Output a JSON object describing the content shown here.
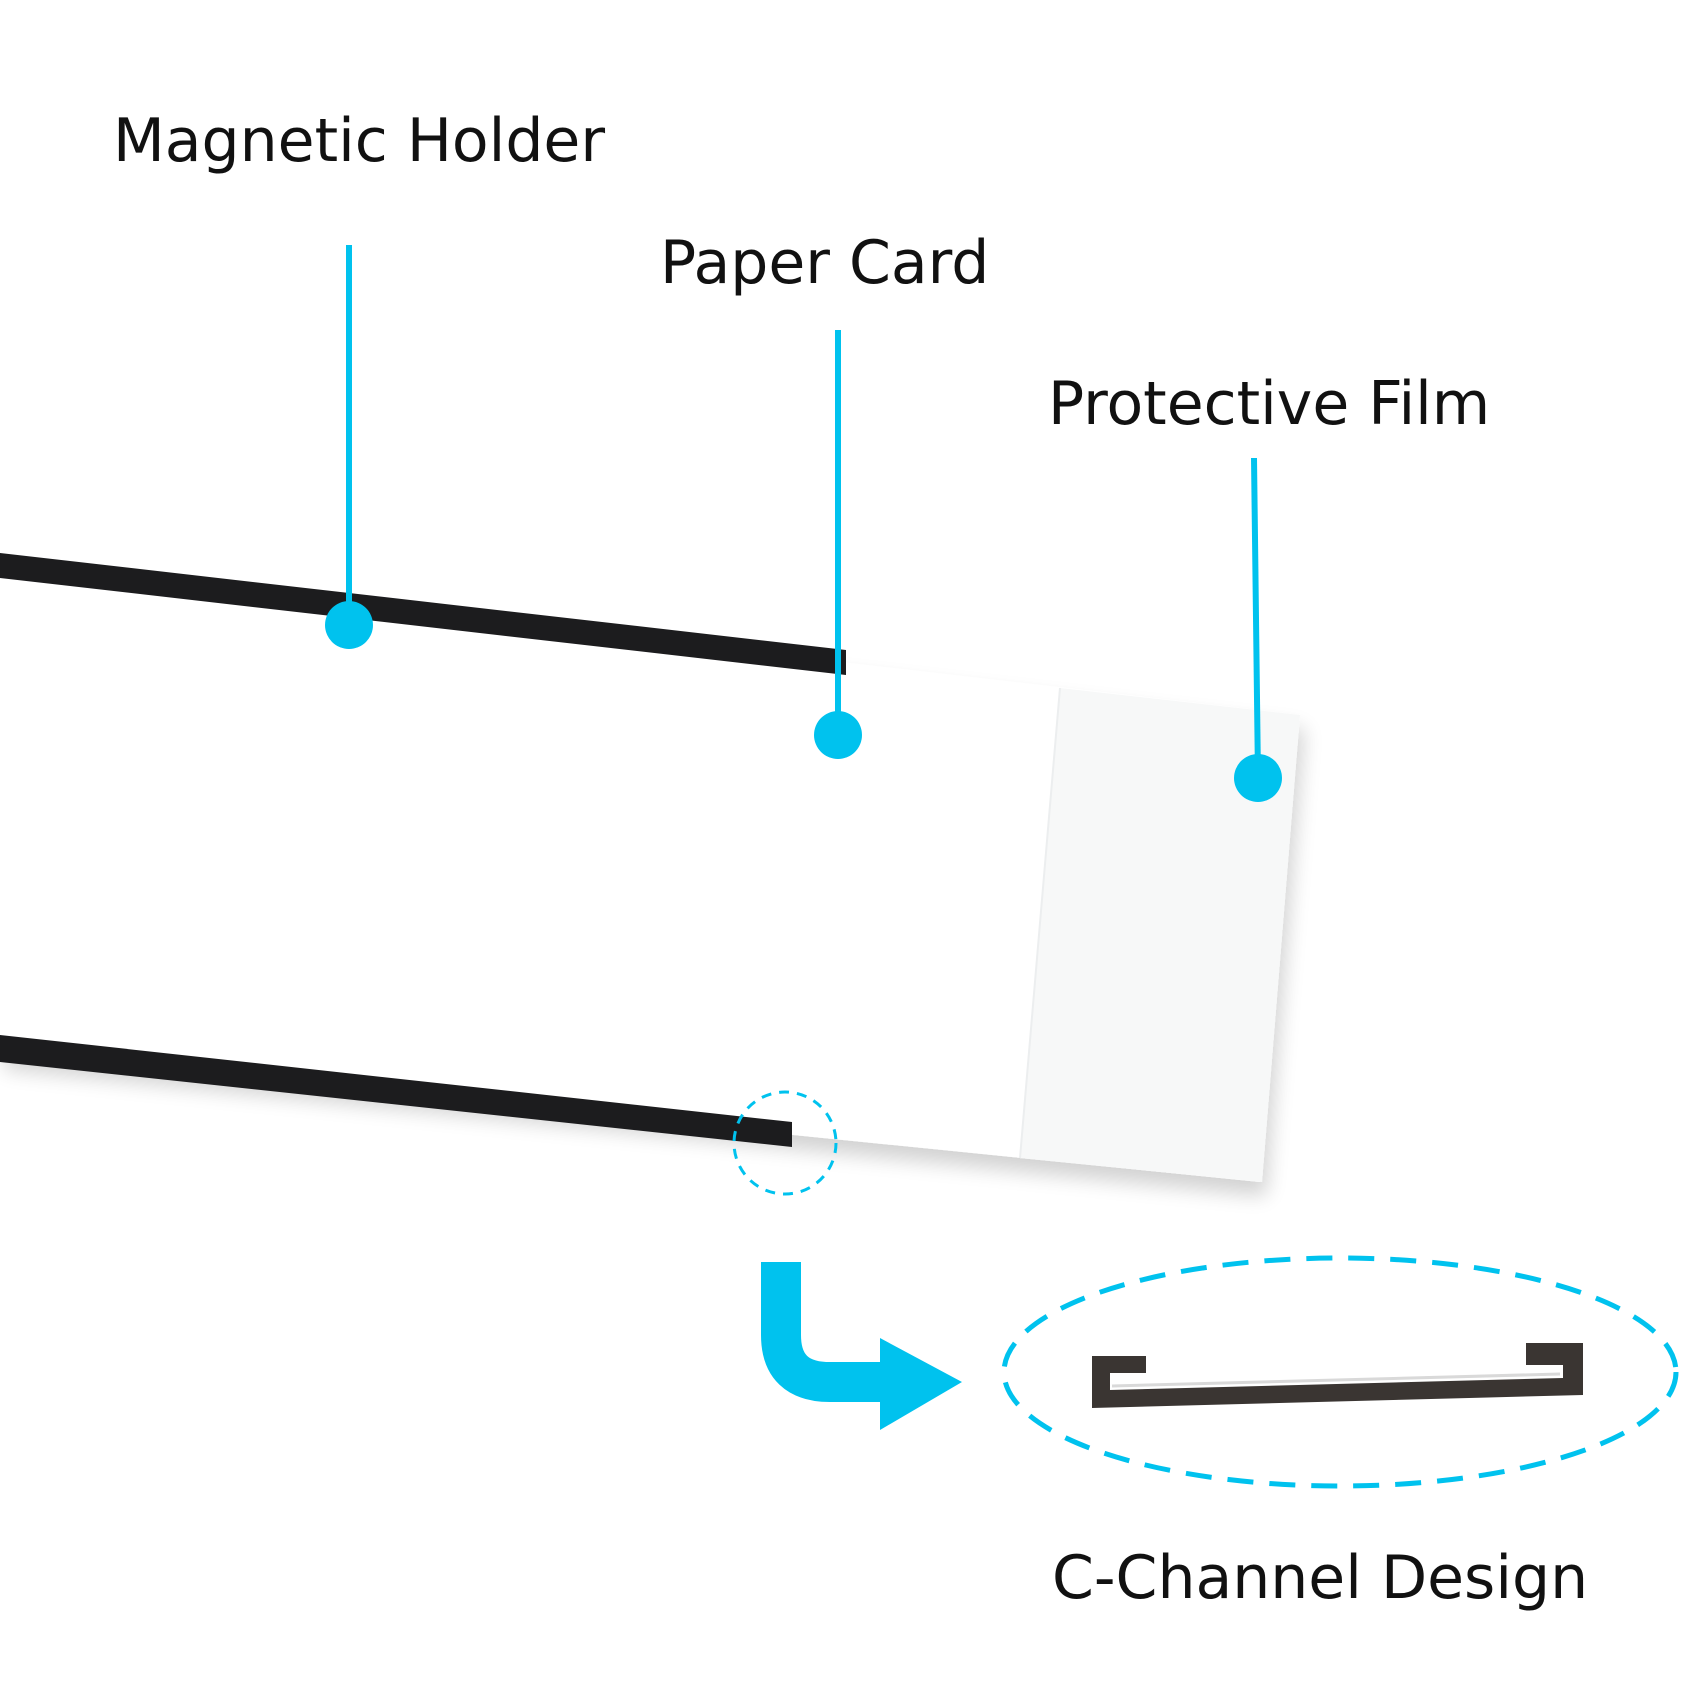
{
  "labels": {
    "magnetic_holder": "Magnetic Holder",
    "paper_card": "Paper Card",
    "protective_film": "Protective Film",
    "c_channel_design": "C-Channel Design"
  },
  "colors": {
    "accent": "#00c2ee",
    "holder": "#1c1c1e",
    "profile": "#3a3532",
    "text": "#111111",
    "card": "#ffffff",
    "film": "#f7f8f8"
  }
}
